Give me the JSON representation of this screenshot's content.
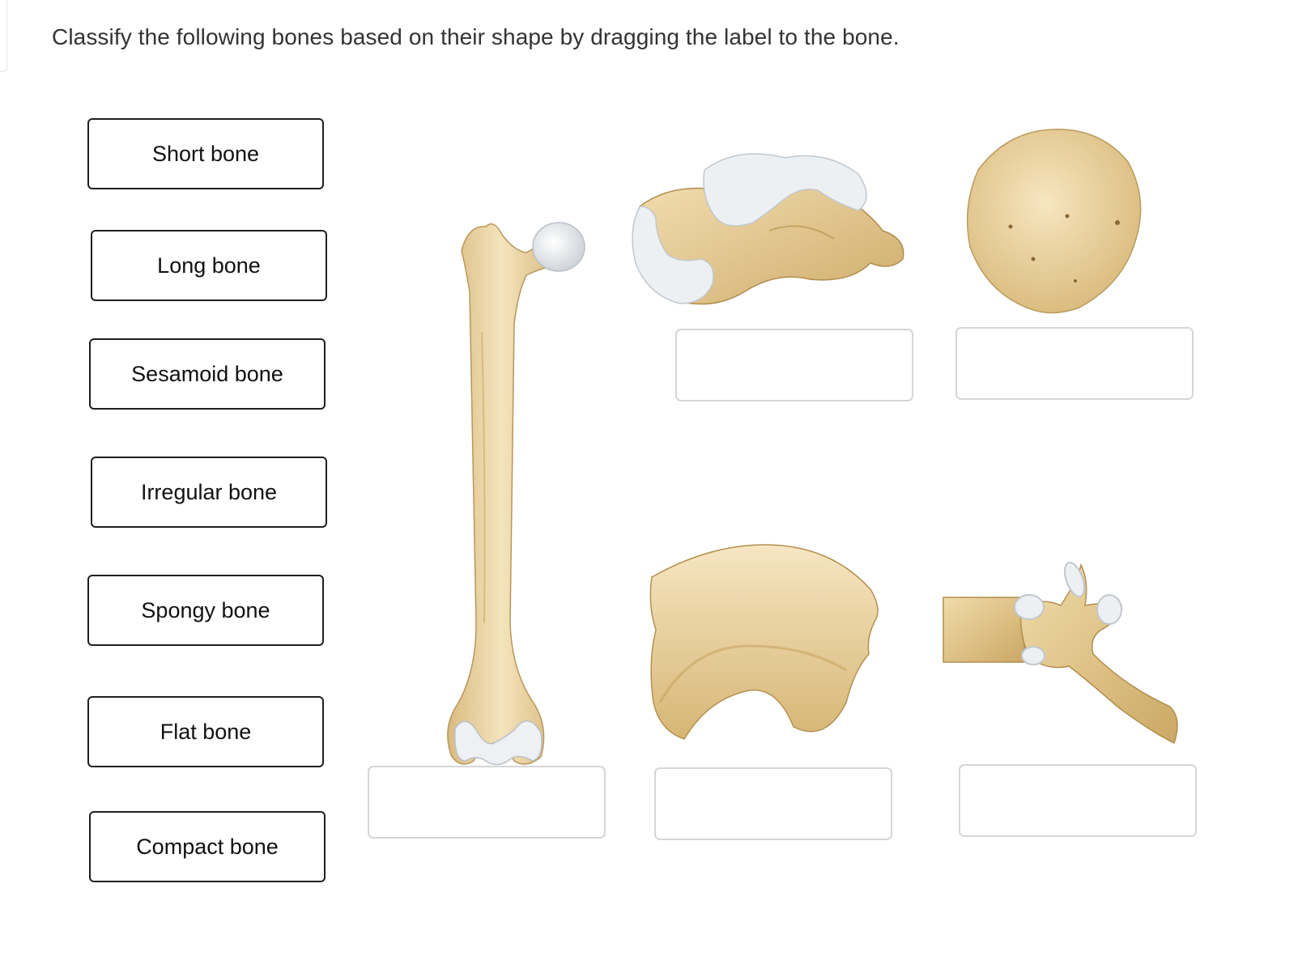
{
  "question": {
    "prompt": "Classify the following bones based on their shape by dragging the label to the bone."
  },
  "labels": [
    {
      "text": "Short bone"
    },
    {
      "text": "Long bone"
    },
    {
      "text": "Sesamoid bone"
    },
    {
      "text": "Irregular bone"
    },
    {
      "text": "Spongy bone"
    },
    {
      "text": "Flat bone"
    },
    {
      "text": "Compact bone"
    }
  ],
  "bones": [
    {
      "icon": "femur-long-bone-icon"
    },
    {
      "icon": "talus-short-bone-icon"
    },
    {
      "icon": "patella-sesamoid-bone-icon"
    },
    {
      "icon": "skull-flat-bone-icon"
    },
    {
      "icon": "vertebra-irregular-bone-icon"
    }
  ],
  "colors": {
    "bone_fill": "#ecd5a2",
    "bone_shadow": "#c9a96a",
    "cartilage": "#eceff2",
    "card_border": "#1f1f1f",
    "drop_border": "#d6d6d6"
  }
}
